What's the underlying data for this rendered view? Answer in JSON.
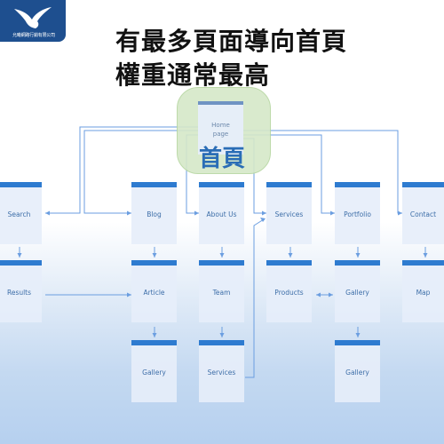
{
  "logo": {
    "company_name": "允曦網路行銷有限公司"
  },
  "headline": {
    "line1": "有最多頁面導向首頁",
    "line2": "權重通常最高"
  },
  "home": {
    "label_line1": "Home",
    "label_line2": "page",
    "label_zh": "首頁"
  },
  "nodes": {
    "search": "Search",
    "results": "Results",
    "blog": "Blog",
    "article": "Article",
    "blog_gallery": "Gallery",
    "about": "About Us",
    "team": "Team",
    "services_sub": "Services",
    "services": "Services",
    "products": "Products",
    "portfolio": "Portfolio",
    "portfolio_gallery": "Gallery",
    "portfolio_gallery2": "Gallery",
    "contact": "Contact",
    "map": "Map"
  },
  "colors": {
    "accent": "#2e7bd0",
    "brand": "#1e4f8f",
    "highlight": "#d5e8c8",
    "zh_label": "#2a6db6"
  }
}
